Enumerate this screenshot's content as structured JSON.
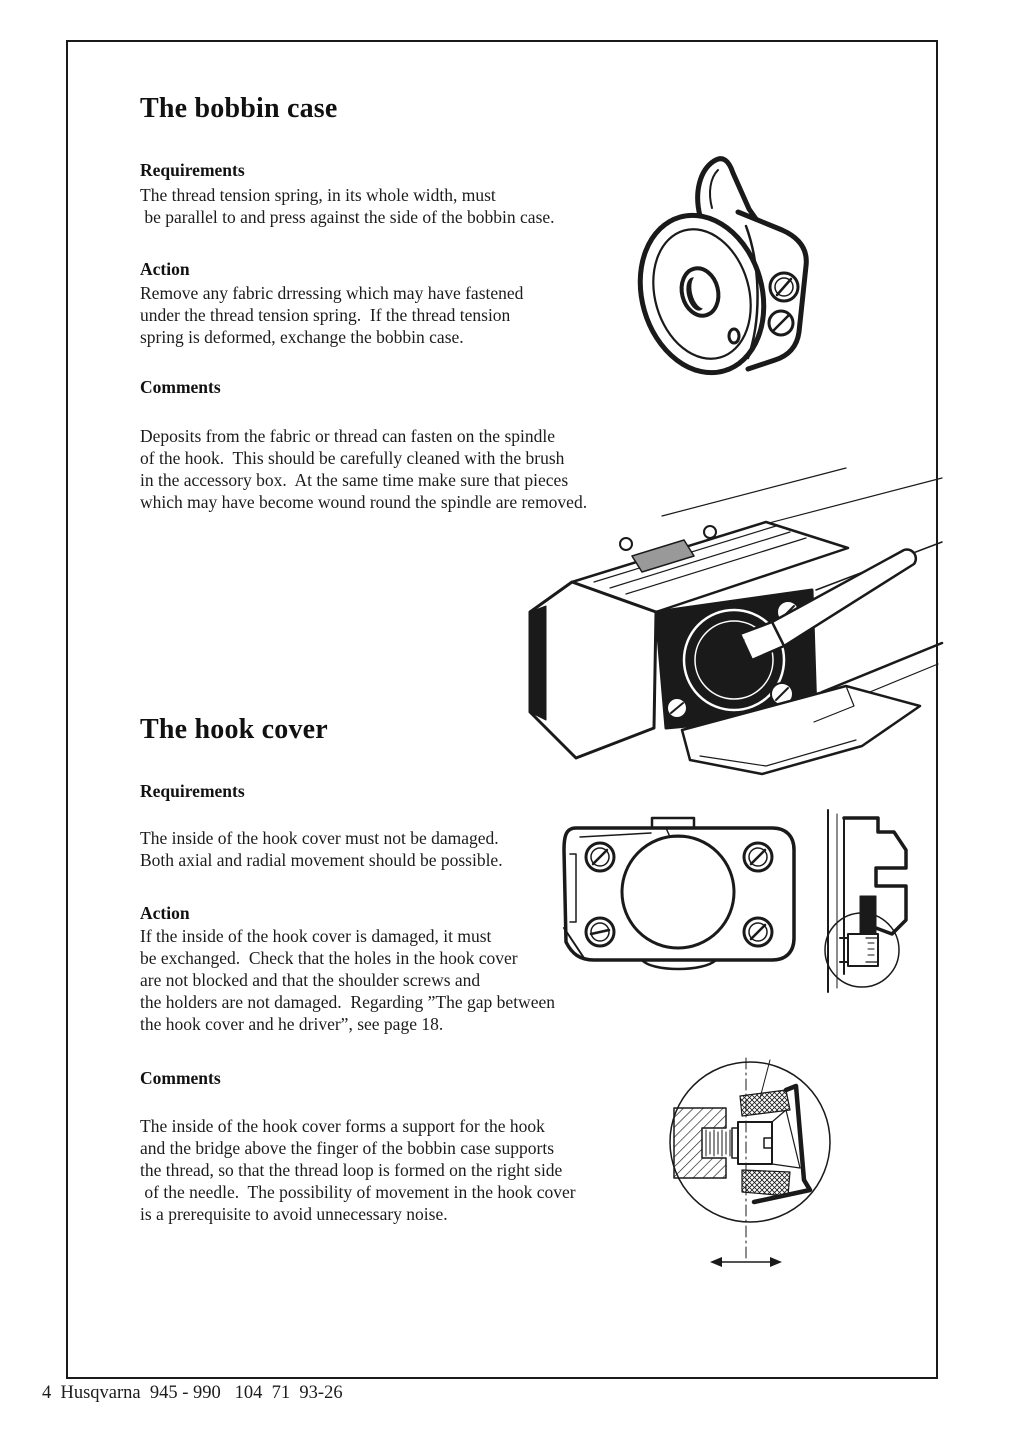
{
  "bobbin_case": {
    "title": "The bobbin case",
    "requirements_heading": "Requirements",
    "requirements_text": "The thread tension spring, in its whole width, must\n be parallel to and press against the side of the bobbin case.",
    "action_heading": "Action",
    "action_text": "Remove any fabric drressing which may have fastened\nunder the thread tension spring.  If the thread tension\nspring is deformed, exchange the bobbin case.",
    "comments_heading": "Comments",
    "comments_text": "Deposits from the fabric or thread can fasten on the spindle\nof the hook.  This should be carefully cleaned with the brush\nin the accessory box.  At the same time make sure that pieces\nwhich may have become wound round the spindle are removed."
  },
  "hook_cover": {
    "title": "The hook cover",
    "requirements_heading": "Requirements",
    "requirements_text": "The inside of the hook cover must not be damaged.\nBoth axial and radial movement should be possible.",
    "action_heading": "Action",
    "action_text": "If the inside of the hook cover is damaged, it must\nbe exchanged.  Check that the holes in the hook cover\nare not blocked and that the shoulder screws and\nthe holders are not damaged.  Regarding ”The gap between\nthe hook cover and he driver”, see page 18.",
    "comments_heading": "Comments",
    "comments_text": "The inside of the hook cover forms a support for the hook\nand the bridge above the finger of the bobbin case supports\nthe thread, so that the thread loop is formed on the right side\n of the needle.  The possibility of movement in the hook cover\nis a prerequisite to avoid unnecessary noise."
  },
  "footer": {
    "text": "4  Husqvarna  945 - 990   104  71  93-26"
  },
  "figures": {
    "bobbin_case": "bobbin case illustration",
    "hook_brush": "cleaning the hook spindle with brush illustration",
    "hook_cover_front": "hook cover front view illustration",
    "hook_cover_side": "hook cover side view illustration",
    "screw_detail": "shoulder screw cross-section detail illustration"
  }
}
